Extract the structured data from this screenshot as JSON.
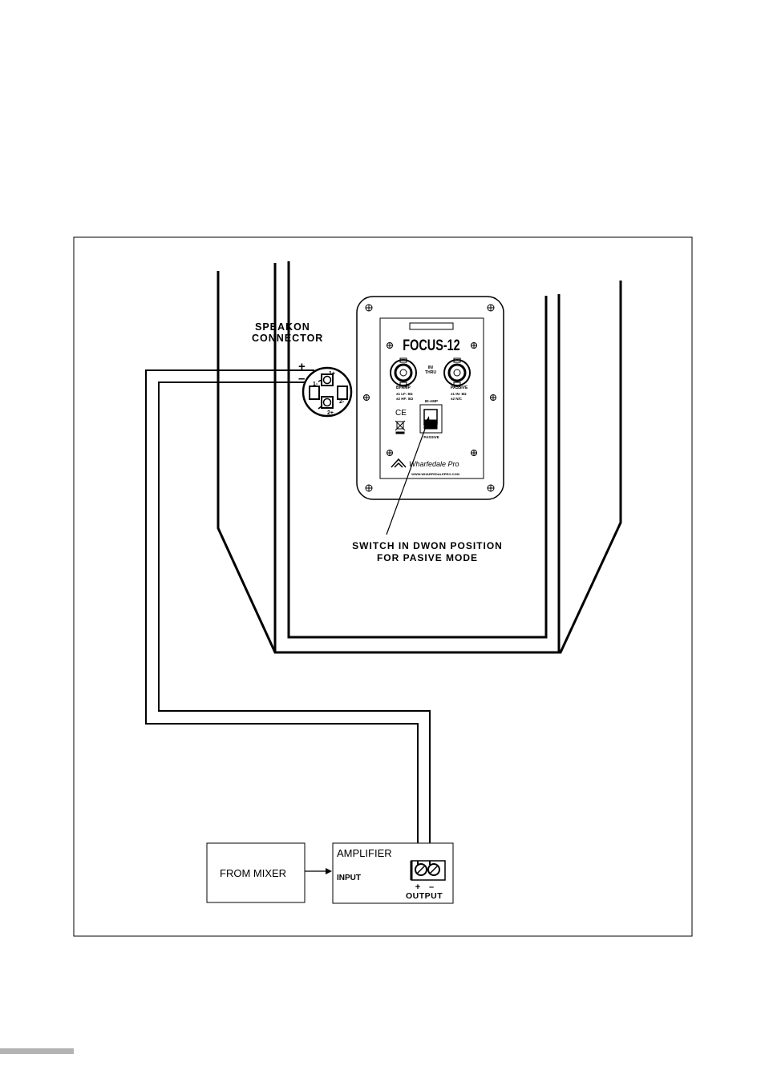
{
  "labels": {
    "speakon_line1": "SPEAKON",
    "speakon_line2": "CONNECTOR",
    "plus": "+",
    "minus": "–",
    "pin_1plus": "1+",
    "pin_1minus": "1-",
    "pin_2minus": "2-",
    "pin_2plus": "2+",
    "switch_line1": "SWITCH IN DWON POSITION",
    "switch_line2": "FOR PASIVE MODE",
    "from_mixer": "FROM MIXER",
    "amplifier": "AMPLIFIER",
    "input": "INPUT",
    "output": "OUTPUT",
    "out_plus": "+",
    "out_minus": "–"
  },
  "panel": {
    "model": "FOCUS-12",
    "in_thru": "IN/",
    "in_thru2": "THRU",
    "bi_amp": "BI-AMP",
    "bi_amp_spec1": "±1 LF: 8Ω",
    "bi_amp_spec2": "±2 HF: 8Ω",
    "passive": "PASSIVE",
    "passive_spec1": "±1 IN: 8Ω",
    "passive_spec2": "±2 N/C",
    "switch_top": "BI-AMP",
    "switch_bottom": "PASSIVE",
    "ce": "CE",
    "brand": "Wharfedale Pro",
    "url": "WWW.WHARFEDALEPRO.COM"
  }
}
